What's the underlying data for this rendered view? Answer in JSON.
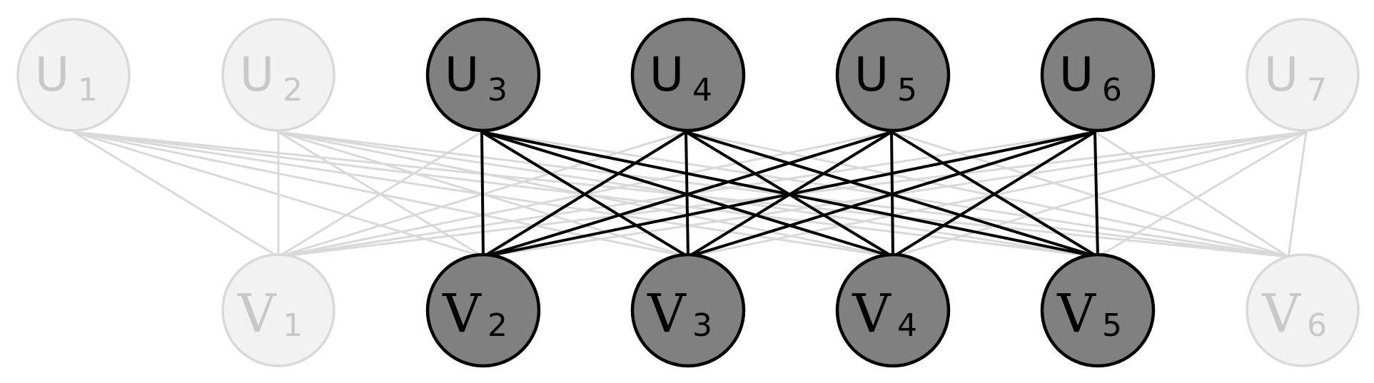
{
  "graph": {
    "type": "bipartite",
    "top_nodes": [
      {
        "id": "U1",
        "letter": "U",
        "sub": "1",
        "active": false
      },
      {
        "id": "U2",
        "letter": "U",
        "sub": "2",
        "active": false
      },
      {
        "id": "U3",
        "letter": "U",
        "sub": "3",
        "active": true
      },
      {
        "id": "U4",
        "letter": "U",
        "sub": "4",
        "active": true
      },
      {
        "id": "U5",
        "letter": "U",
        "sub": "5",
        "active": true
      },
      {
        "id": "U6",
        "letter": "U",
        "sub": "6",
        "active": true
      },
      {
        "id": "U7",
        "letter": "U",
        "sub": "7",
        "active": false
      }
    ],
    "bottom_nodes": [
      {
        "id": "V1",
        "letter": "V",
        "sub": "1",
        "active": false
      },
      {
        "id": "V2",
        "letter": "V",
        "sub": "2",
        "active": true
      },
      {
        "id": "V3",
        "letter": "V",
        "sub": "3",
        "active": true
      },
      {
        "id": "V4",
        "letter": "V",
        "sub": "4",
        "active": true
      },
      {
        "id": "V5",
        "letter": "V",
        "sub": "5",
        "active": true
      },
      {
        "id": "V6",
        "letter": "V",
        "sub": "6",
        "active": false
      }
    ],
    "edges": "complete",
    "colors": {
      "active_fill": "#808080",
      "active_stroke": "#000000",
      "active_text": "#000000",
      "inactive_fill": "#f2f2f2",
      "inactive_stroke": "#d9d9d9",
      "inactive_text": "#c8c8c8",
      "active_edge": "#000000",
      "inactive_edge": "#d9d9d9"
    }
  }
}
